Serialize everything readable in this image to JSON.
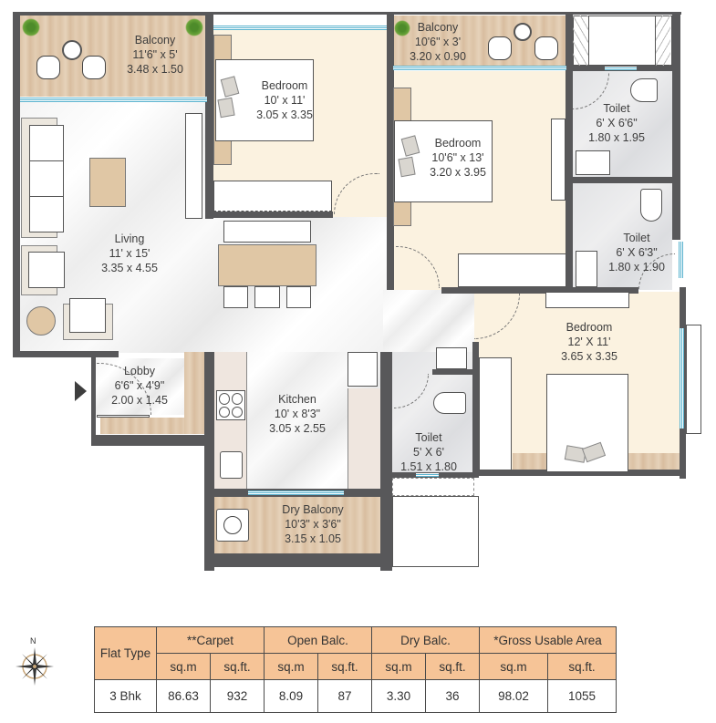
{
  "floor_plan": {
    "rooms": [
      {
        "id": "balcony-1",
        "name": "Balcony",
        "dim_ft": "11'6\" x 5'",
        "dim_m": "3.48 x 1.50"
      },
      {
        "id": "bedroom-1",
        "name": "Bedroom",
        "dim_ft": "10' x 11'",
        "dim_m": "3.05 x 3.35"
      },
      {
        "id": "balcony-2",
        "name": "Balcony",
        "dim_ft": "10'6\" x 3'",
        "dim_m": "3.20 x 0.90"
      },
      {
        "id": "bedroom-2",
        "name": "Bedroom",
        "dim_ft": "10'6\" x 13'",
        "dim_m": "3.20 x 3.95"
      },
      {
        "id": "toilet-1",
        "name": "Toilet",
        "dim_ft": "6' X 6'6\"",
        "dim_m": "1.80 x 1.95"
      },
      {
        "id": "toilet-2",
        "name": "Toilet",
        "dim_ft": "6' X 6'3\"",
        "dim_m": "1.80 x 1.90"
      },
      {
        "id": "living",
        "name": "Living",
        "dim_ft": "11' x 15'",
        "dim_m": "3.35 x 4.55"
      },
      {
        "id": "bedroom-3",
        "name": "Bedroom",
        "dim_ft": "12' X 11'",
        "dim_m": "3.65 x 3.35"
      },
      {
        "id": "lobby",
        "name": "Lobby",
        "dim_ft": "6'6\" x 4'9\"",
        "dim_m": "2.00 x 1.45"
      },
      {
        "id": "kitchen",
        "name": "Kitchen",
        "dim_ft": "10' x 8'3\"",
        "dim_m": "3.05 x 2.55"
      },
      {
        "id": "toilet-3",
        "name": "Toilet",
        "dim_ft": "5' X 6'",
        "dim_m": "1.51 x 1.80"
      },
      {
        "id": "dry-balcony",
        "name": "Dry Balcony",
        "dim_ft": "10'3\" x 3'6\"",
        "dim_m": "3.15 x 1.05"
      }
    ],
    "entrance_icon": "entrance-arrow-icon",
    "compass": {
      "label": "N",
      "icon": "compass-rose-icon"
    }
  },
  "area_table": {
    "header_row1": [
      "Flat Type",
      "**Carpet",
      "Open Balc.",
      "Dry Balc.",
      "*Gross Usable Area"
    ],
    "header_row2": [
      "sq.m",
      "sq.ft.",
      "sq.m",
      "sq.ft.",
      "sq.m",
      "sq.ft.",
      "sq.m",
      "sq.ft."
    ],
    "rows": [
      [
        "3 Bhk",
        "86.63",
        "932",
        "8.09",
        "87",
        "3.30",
        "36",
        "98.02",
        "1055"
      ]
    ]
  },
  "colors": {
    "wall": "#58585a",
    "wood_floor": "#dcc3a6",
    "bedroom_floor": "#fbf2e0",
    "window": "#5ab3cf",
    "table_header": "#f6c497"
  }
}
